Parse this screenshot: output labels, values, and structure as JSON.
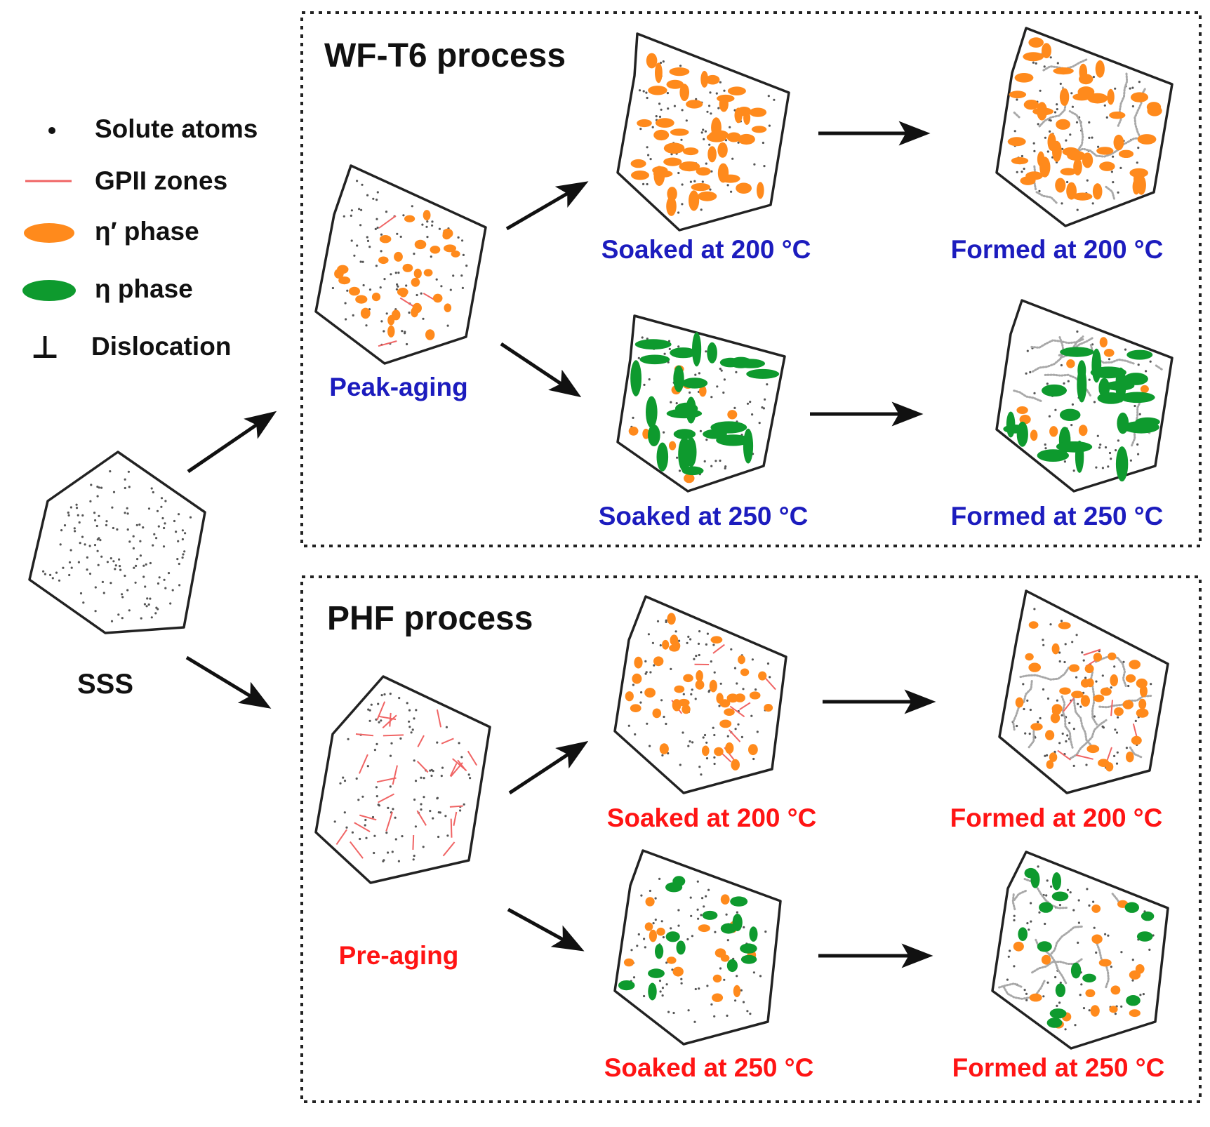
{
  "colors": {
    "blue": "#1c1cbe",
    "red": "#ff1414",
    "orange": "#ff8a1c",
    "green": "#0e9a2e",
    "gp_zone": "#f06464",
    "dot": "#555555",
    "dislocation": "#a8a8a8"
  },
  "legend": {
    "solute_atoms": "Solute atoms",
    "gpii_zones": "GPII zones",
    "eta_prime": "η′ phase",
    "eta": "η phase",
    "dislocation": "Dislocation",
    "dislocation_symbol": "⊥"
  },
  "sss_label": "SSS",
  "wf": {
    "title": "WF-T6 process",
    "initial": "Peak-aging",
    "soak200": "Soaked at 200 °C",
    "form200": "Formed at 200 °C",
    "soak250": "Soaked at 250 °C",
    "form250": "Formed at 250 °C"
  },
  "phf": {
    "title": "PHF process",
    "initial": "Pre-aging",
    "soak200": "Soaked at 200 °C",
    "form200": "Formed at 200 °C",
    "soak250": "Soaked at 250 °C",
    "form250": "Formed at 250 °C"
  }
}
